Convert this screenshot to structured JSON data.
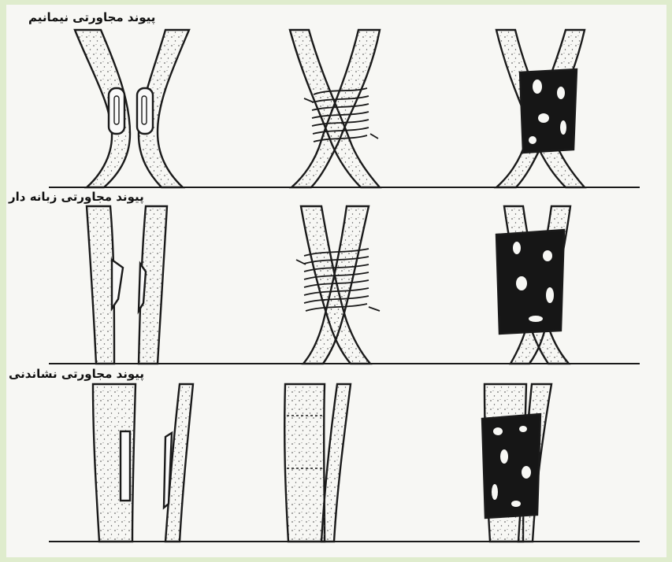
{
  "figure": {
    "rows": [
      {
        "id": "row1",
        "caption": "پیوند مجاورتی نیمانیم"
      },
      {
        "id": "row2",
        "caption": "پیوند مجاورتی زبانه دار"
      },
      {
        "id": "row3",
        "caption": "پیوند مجاورتی نشاندنی"
      }
    ]
  },
  "colors": {
    "page_border": "#dfeccd",
    "paper": "#f7f7f4",
    "ink": "#1a1a1a",
    "wax": "#161616"
  }
}
